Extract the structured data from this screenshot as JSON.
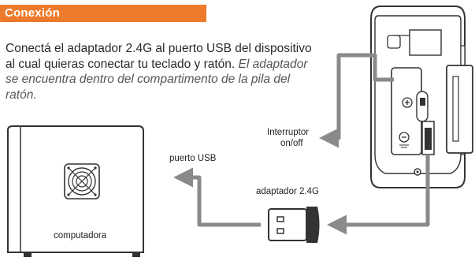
{
  "header": {
    "title": "Conexión"
  },
  "instructions": {
    "main": "Conectá el adaptador 2.4G al puerto USB del dispositivo al cual quieras conectar tu teclado y ratón.",
    "note": "El adaptador se encuentra dentro del compartimento de la pila del ratón."
  },
  "labels": {
    "switch_line1": "Interruptor",
    "switch_line2": "on/off",
    "usb_port": "puerto USB",
    "adapter": "adaptador 2.4G",
    "computer": "computadora"
  },
  "colors": {
    "accent": "#ee7a2b",
    "arrow": "#8a8a8a",
    "outline": "#333333"
  }
}
